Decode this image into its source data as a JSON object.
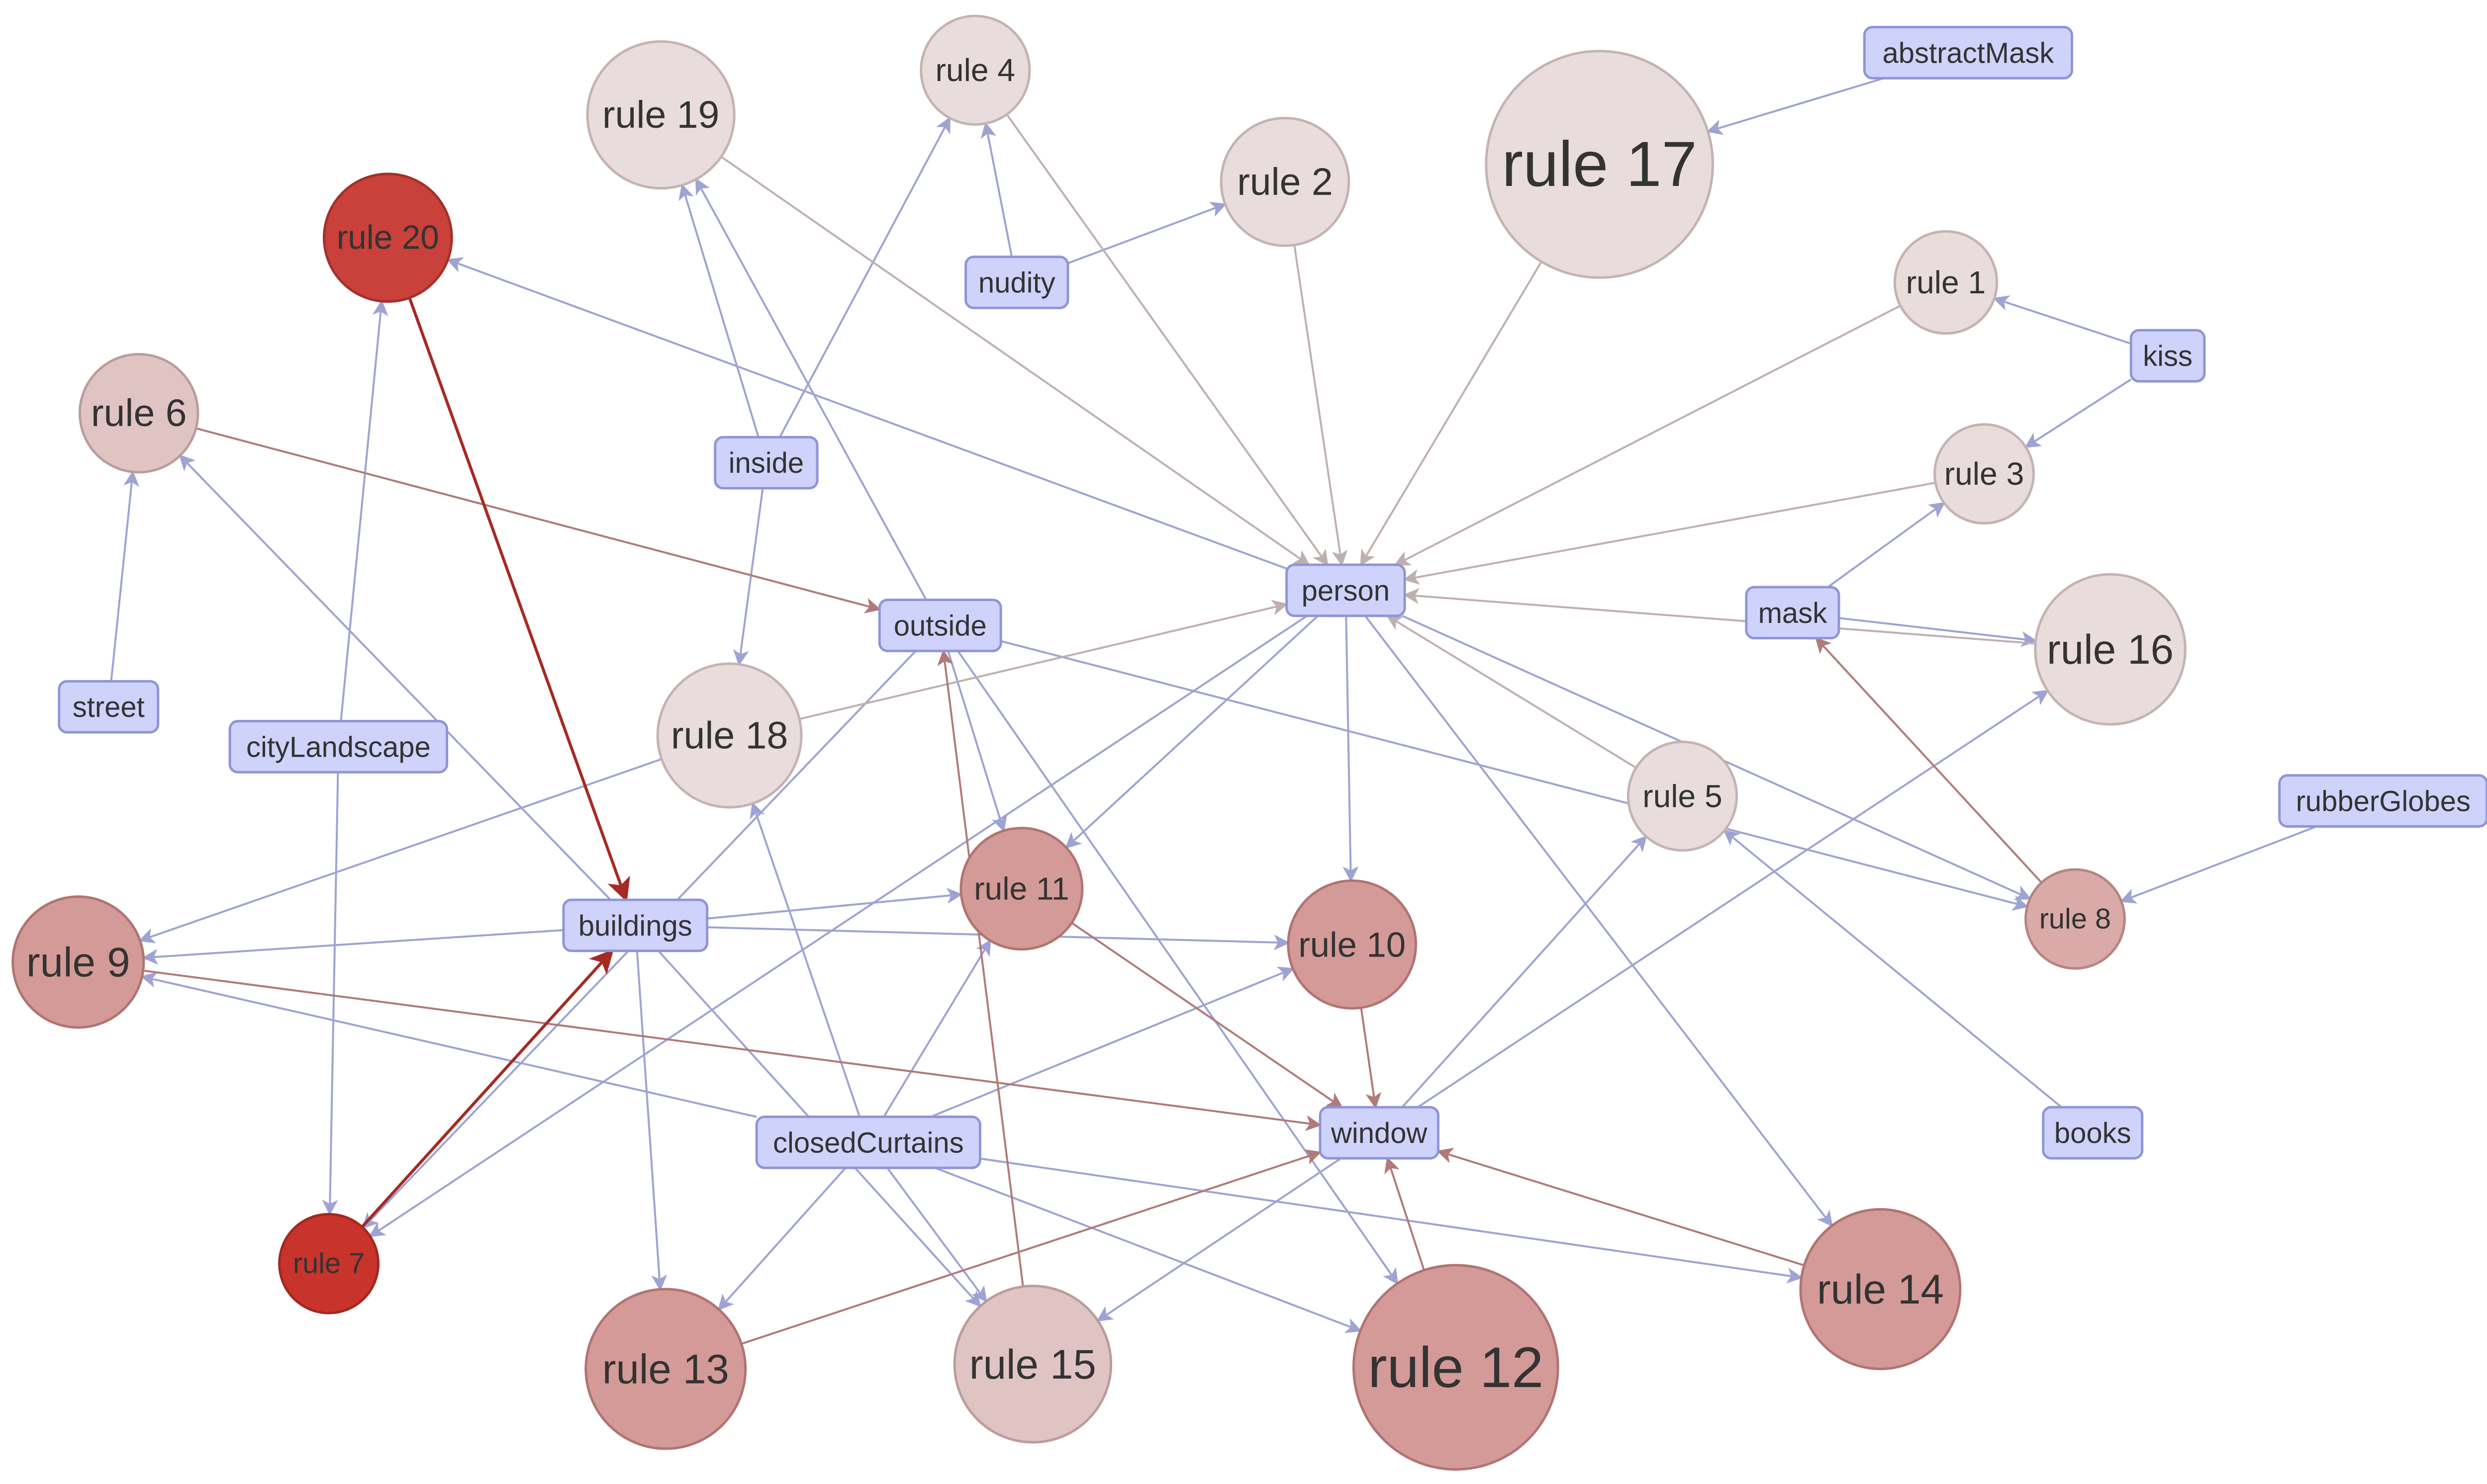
{
  "colors": {
    "feature_fill": "#cfd3fb",
    "feature_border": "#8f95d6",
    "edge_feature_to_rule": "#9ea3d3",
    "edge_rule_to_feature_light": "#bfb0b0",
    "edge_rule_to_feature_medium": "#b07a78",
    "edge_rule_to_feature_strong": "#a52a22"
  },
  "rules": [
    {
      "id": "rule20",
      "label": "rule 20",
      "fill": "#c9413a",
      "stroke": "#a3302a"
    },
    {
      "id": "rule19",
      "label": "rule 19",
      "fill": "#e8dcdc",
      "stroke": "#c4b3b3"
    },
    {
      "id": "rule4",
      "label": "rule 4",
      "fill": "#e8dcdc",
      "stroke": "#c4b3b3"
    },
    {
      "id": "rule2",
      "label": "rule 2",
      "fill": "#e8dcdc",
      "stroke": "#c4b3b3"
    },
    {
      "id": "rule17",
      "label": "rule 17",
      "fill": "#e8dcdc",
      "stroke": "#c4b3b3"
    },
    {
      "id": "rule1",
      "label": "rule 1",
      "fill": "#e8dcdc",
      "stroke": "#c4b3b3"
    },
    {
      "id": "rule3",
      "label": "rule 3",
      "fill": "#e8dcdc",
      "stroke": "#c4b3b3"
    },
    {
      "id": "rule6",
      "label": "rule 6",
      "fill": "#e0c4c4",
      "stroke": "#bb9c9c"
    },
    {
      "id": "rule16",
      "label": "rule 16",
      "fill": "#e8dcdc",
      "stroke": "#c4b3b3"
    },
    {
      "id": "rule18",
      "label": "rule 18",
      "fill": "#e8dcdc",
      "stroke": "#c4b3b3"
    },
    {
      "id": "rule5",
      "label": "rule 5",
      "fill": "#e8dcdc",
      "stroke": "#c4b3b3"
    },
    {
      "id": "rule11",
      "label": "rule 11",
      "fill": "#d49a97",
      "stroke": "#b07472"
    },
    {
      "id": "rule10",
      "label": "rule 10",
      "fill": "#d49a97",
      "stroke": "#b07472"
    },
    {
      "id": "rule8",
      "label": "rule 8",
      "fill": "#d9aaa7",
      "stroke": "#b58582"
    },
    {
      "id": "rule9",
      "label": "rule 9",
      "fill": "#d49a97",
      "stroke": "#b07472"
    },
    {
      "id": "rule7",
      "label": "rule 7",
      "fill": "#c8332b",
      "stroke": "#a3281f"
    },
    {
      "id": "rule13",
      "label": "rule 13",
      "fill": "#d49a97",
      "stroke": "#b07472"
    },
    {
      "id": "rule15",
      "label": "rule 15",
      "fill": "#e0c4c4",
      "stroke": "#bb9c9c"
    },
    {
      "id": "rule12",
      "label": "rule 12",
      "fill": "#d49a97",
      "stroke": "#b07472"
    },
    {
      "id": "rule14",
      "label": "rule 14",
      "fill": "#d49a97",
      "stroke": "#b07472"
    }
  ],
  "features": [
    {
      "id": "abstractMask",
      "label": "abstractMask"
    },
    {
      "id": "nudity",
      "label": "nudity"
    },
    {
      "id": "kiss",
      "label": "kiss"
    },
    {
      "id": "inside",
      "label": "inside"
    },
    {
      "id": "person",
      "label": "person"
    },
    {
      "id": "mask",
      "label": "mask"
    },
    {
      "id": "outside",
      "label": "outside"
    },
    {
      "id": "street",
      "label": "street"
    },
    {
      "id": "cityLandscape",
      "label": "cityLandscape"
    },
    {
      "id": "rubberGlobes",
      "label": "rubberGlobes"
    },
    {
      "id": "buildings",
      "label": "buildings"
    },
    {
      "id": "window",
      "label": "window"
    },
    {
      "id": "closedCurtains",
      "label": "closedCurtains"
    },
    {
      "id": "books",
      "label": "books"
    }
  ],
  "edges": [
    {
      "from": "abstractMask",
      "to": "rule17",
      "color": "edge_feature_to_rule"
    },
    {
      "from": "nudity",
      "to": "rule4",
      "color": "edge_feature_to_rule"
    },
    {
      "from": "nudity",
      "to": "rule2",
      "color": "edge_feature_to_rule"
    },
    {
      "from": "kiss",
      "to": "rule1",
      "color": "edge_feature_to_rule"
    },
    {
      "from": "kiss",
      "to": "rule3",
      "color": "edge_feature_to_rule"
    },
    {
      "from": "street",
      "to": "rule6",
      "color": "edge_feature_to_rule"
    },
    {
      "from": "cityLandscape",
      "to": "rule20",
      "color": "edge_feature_to_rule"
    },
    {
      "from": "cityLandscape",
      "to": "rule7",
      "color": "edge_feature_to_rule"
    },
    {
      "from": "inside",
      "to": "rule19",
      "color": "edge_feature_to_rule"
    },
    {
      "from": "inside",
      "to": "rule4",
      "color": "edge_feature_to_rule"
    },
    {
      "from": "inside",
      "to": "rule18",
      "color": "edge_feature_to_rule"
    },
    {
      "from": "outside",
      "to": "rule19",
      "color": "edge_feature_to_rule"
    },
    {
      "from": "outside",
      "to": "rule11",
      "color": "edge_feature_to_rule"
    },
    {
      "from": "outside",
      "to": "rule12",
      "color": "edge_feature_to_rule"
    },
    {
      "from": "outside",
      "to": "rule8",
      "color": "edge_feature_to_rule"
    },
    {
      "from": "outside",
      "to": "rule7",
      "color": "edge_feature_to_rule"
    },
    {
      "from": "person",
      "to": "rule20",
      "color": "edge_feature_to_rule"
    },
    {
      "from": "person",
      "to": "rule11",
      "color": "edge_feature_to_rule"
    },
    {
      "from": "person",
      "to": "rule10",
      "color": "edge_feature_to_rule"
    },
    {
      "from": "person",
      "to": "rule14",
      "color": "edge_feature_to_rule"
    },
    {
      "from": "person",
      "to": "rule8",
      "color": "edge_feature_to_rule"
    },
    {
      "from": "person",
      "to": "rule7",
      "color": "edge_feature_to_rule"
    },
    {
      "from": "mask",
      "to": "rule3",
      "color": "edge_feature_to_rule"
    },
    {
      "from": "mask",
      "to": "rule16",
      "color": "edge_feature_to_rule"
    },
    {
      "from": "buildings",
      "to": "rule6",
      "color": "edge_feature_to_rule"
    },
    {
      "from": "buildings",
      "to": "rule9",
      "color": "edge_feature_to_rule"
    },
    {
      "from": "buildings",
      "to": "rule11",
      "color": "edge_feature_to_rule"
    },
    {
      "from": "buildings",
      "to": "rule10",
      "color": "edge_feature_to_rule"
    },
    {
      "from": "buildings",
      "to": "rule13",
      "color": "edge_feature_to_rule"
    },
    {
      "from": "buildings",
      "to": "rule15",
      "color": "edge_feature_to_rule"
    },
    {
      "from": "closedCurtains",
      "to": "rule9",
      "color": "edge_feature_to_rule"
    },
    {
      "from": "closedCurtains",
      "to": "rule18",
      "color": "edge_feature_to_rule"
    },
    {
      "from": "closedCurtains",
      "to": "rule11",
      "color": "edge_feature_to_rule"
    },
    {
      "from": "closedCurtains",
      "to": "rule10",
      "color": "edge_feature_to_rule"
    },
    {
      "from": "closedCurtains",
      "to": "rule13",
      "color": "edge_feature_to_rule"
    },
    {
      "from": "closedCurtains",
      "to": "rule15",
      "color": "edge_feature_to_rule"
    },
    {
      "from": "closedCurtains",
      "to": "rule12",
      "color": "edge_feature_to_rule"
    },
    {
      "from": "closedCurtains",
      "to": "rule14",
      "color": "edge_feature_to_rule"
    },
    {
      "from": "window",
      "to": "rule5",
      "color": "edge_feature_to_rule"
    },
    {
      "from": "window",
      "to": "rule16",
      "color": "edge_feature_to_rule"
    },
    {
      "from": "window",
      "to": "rule15",
      "color": "edge_feature_to_rule"
    },
    {
      "from": "books",
      "to": "rule5",
      "color": "edge_feature_to_rule"
    },
    {
      "from": "rubberGlobes",
      "to": "rule8",
      "color": "edge_feature_to_rule"
    },
    {
      "from": "rule18",
      "to": "rule9",
      "color": "edge_feature_to_rule"
    },
    {
      "from": "rule4",
      "to": "person",
      "color": "edge_rule_to_feature_light"
    },
    {
      "from": "rule19",
      "to": "person",
      "color": "edge_rule_to_feature_light"
    },
    {
      "from": "rule2",
      "to": "person",
      "color": "edge_rule_to_feature_light"
    },
    {
      "from": "rule17",
      "to": "person",
      "color": "edge_rule_to_feature_light"
    },
    {
      "from": "rule1",
      "to": "person",
      "color": "edge_rule_to_feature_light"
    },
    {
      "from": "rule3",
      "to": "person",
      "color": "edge_rule_to_feature_light"
    },
    {
      "from": "rule16",
      "to": "person",
      "color": "edge_rule_to_feature_light"
    },
    {
      "from": "rule5",
      "to": "person",
      "color": "edge_rule_to_feature_light"
    },
    {
      "from": "rule18",
      "to": "person",
      "color": "edge_rule_to_feature_light"
    },
    {
      "from": "rule6",
      "to": "outside",
      "color": "edge_rule_to_feature_medium"
    },
    {
      "from": "rule15",
      "to": "outside",
      "color": "edge_rule_to_feature_medium"
    },
    {
      "from": "rule8",
      "to": "mask",
      "color": "edge_rule_to_feature_medium"
    },
    {
      "from": "rule10",
      "to": "window",
      "color": "edge_rule_to_feature_medium"
    },
    {
      "from": "rule11",
      "to": "window",
      "color": "edge_rule_to_feature_medium"
    },
    {
      "from": "rule9",
      "to": "window",
      "color": "edge_rule_to_feature_medium"
    },
    {
      "from": "rule13",
      "to": "window",
      "color": "edge_rule_to_feature_medium"
    },
    {
      "from": "rule12",
      "to": "window",
      "color": "edge_rule_to_feature_medium"
    },
    {
      "from": "rule14",
      "to": "window",
      "color": "edge_rule_to_feature_medium"
    },
    {
      "from": "rule20",
      "to": "buildings",
      "color": "edge_rule_to_feature_strong"
    },
    {
      "from": "rule7",
      "to": "buildings",
      "color": "edge_rule_to_feature_strong"
    }
  ]
}
